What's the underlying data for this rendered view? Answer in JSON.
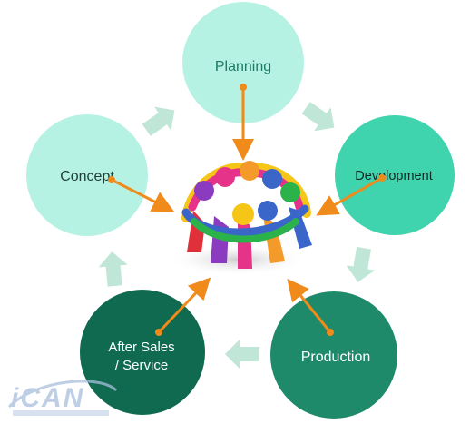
{
  "diagram": {
    "nodes": [
      {
        "id": "planning",
        "label_lines": [
          "Planning"
        ],
        "fill": "#b6f2e3",
        "text_color": "#1d7a66"
      },
      {
        "id": "development",
        "label_lines": [
          "Development"
        ],
        "fill": "#3fd3ae",
        "text_color": "#0e2a24"
      },
      {
        "id": "production",
        "label_lines": [
          "Production"
        ],
        "fill": "#1f8a6a",
        "text_color": "#ffffff"
      },
      {
        "id": "after_sales",
        "label_lines": [
          "After Sales",
          "/ Service"
        ],
        "fill": "#0f6a4f",
        "text_color": "#ffffff"
      },
      {
        "id": "concept",
        "label_lines": [
          "Concept"
        ],
        "fill": "#b6f2e3",
        "text_color": "#1d3d36"
      }
    ],
    "connector_color": "#f08a1a",
    "cycle_arrow_color": "#bfe6d6",
    "center_icon": "team-huddle-figures-icon"
  },
  "watermark": {
    "text": "iCAN",
    "color": "#a9bedd"
  }
}
